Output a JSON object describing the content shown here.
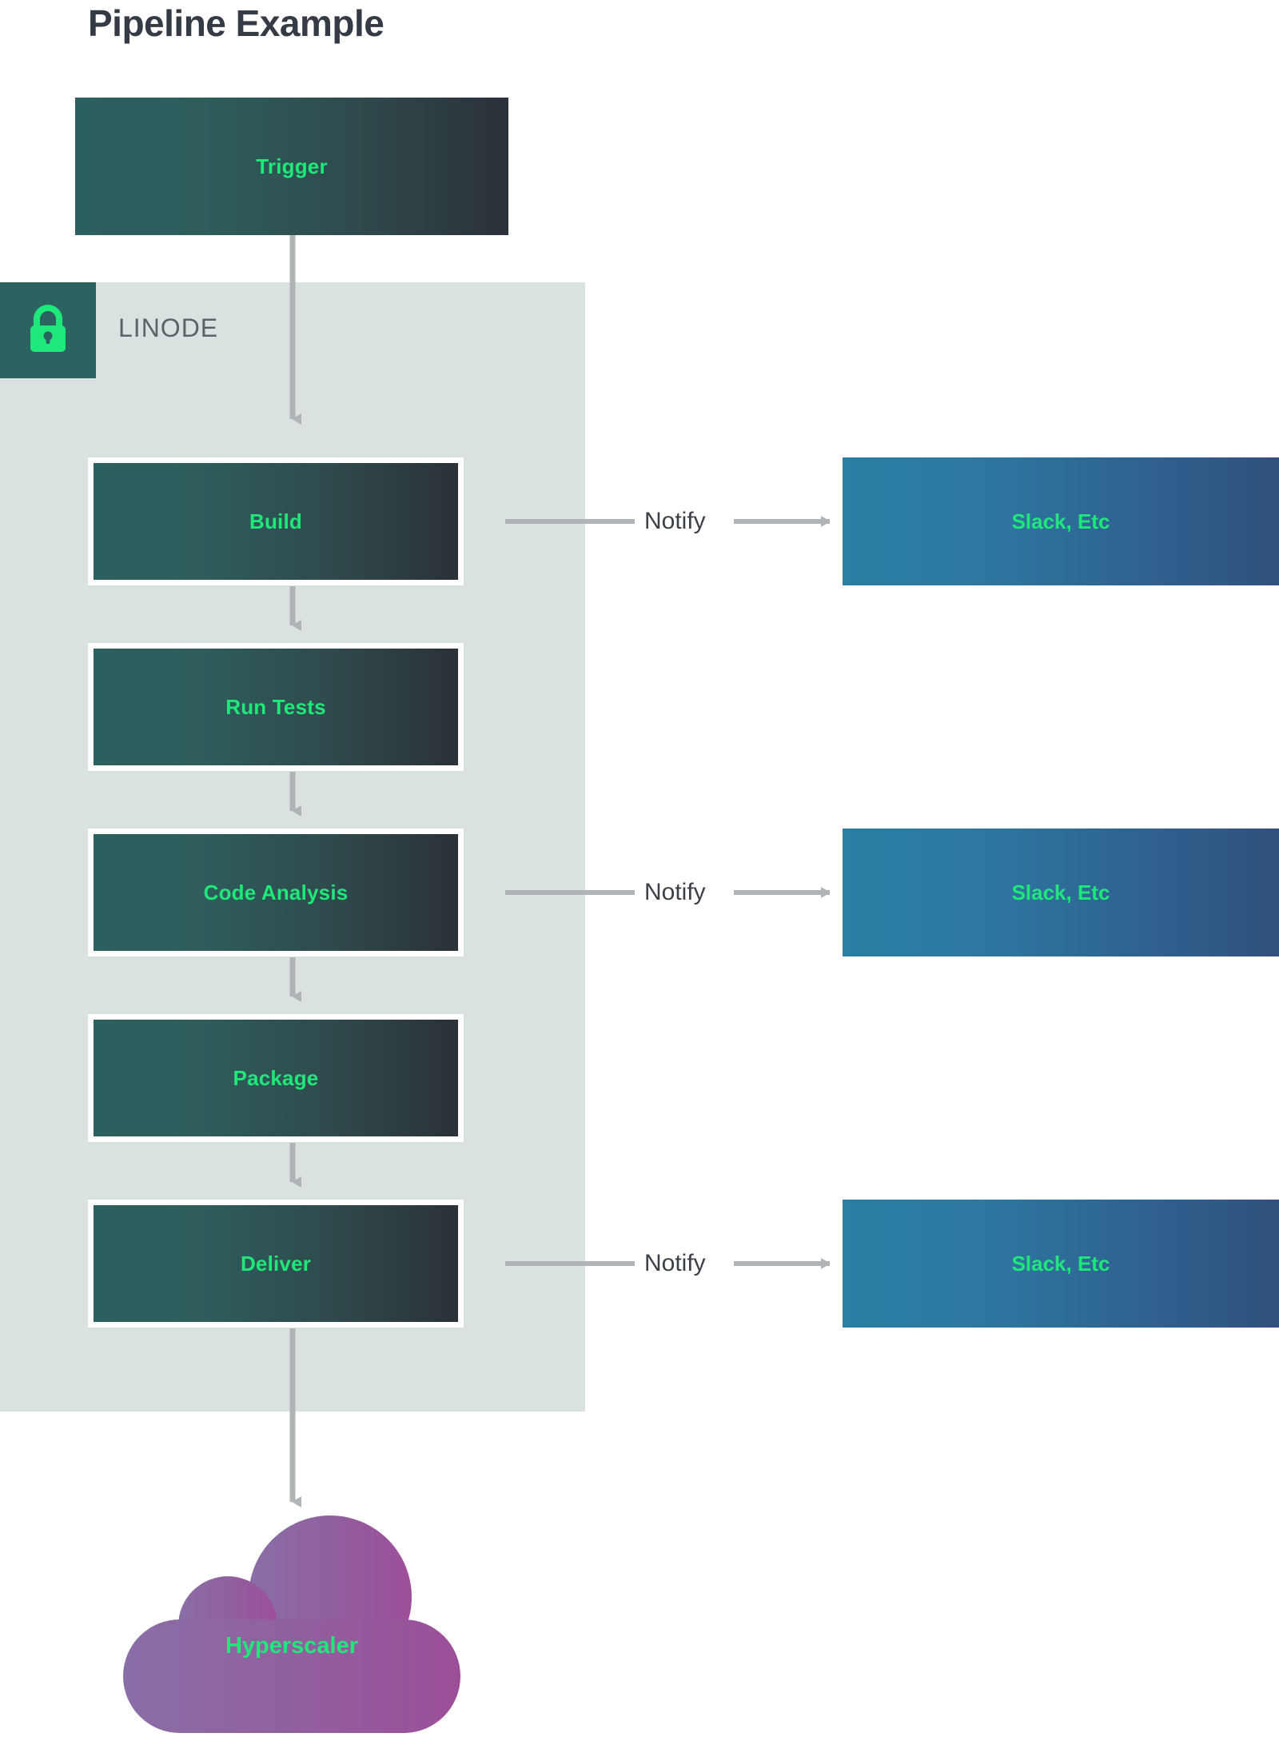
{
  "title": "Pipeline Example",
  "colors": {
    "stage_gradient_start": "#2c5f5f",
    "stage_gradient_end": "#2b3138",
    "accent_green": "#1fe87a",
    "container_bg": "#d9e2e0",
    "badge_bg": "#2b6361",
    "dest_gradient_start": "#2a7fa3",
    "dest_gradient_end": "#31517d",
    "cloud_gradient_start": "#8a6ea6",
    "cloud_gradient_end": "#9c4f98",
    "connector_gray": "#b0b4b6",
    "title_color": "#353b45",
    "notify_color": "#3b3f46",
    "linode_label_color": "#5c6368"
  },
  "trigger": {
    "label": "Trigger"
  },
  "container": {
    "name": "LINODE",
    "icon": "lock-icon"
  },
  "stages": [
    {
      "id": "build",
      "label": "Build"
    },
    {
      "id": "runtests",
      "label": "Run Tests"
    },
    {
      "id": "codeanalysis",
      "label": "Code Analysis"
    },
    {
      "id": "package",
      "label": "Package"
    },
    {
      "id": "deliver",
      "label": "Deliver"
    }
  ],
  "notifications": [
    {
      "id": "notify-1",
      "edge_label": "Notify",
      "target_label": "Slack, Etc",
      "from_stage": "build"
    },
    {
      "id": "notify-2",
      "edge_label": "Notify",
      "target_label": "Slack, Etc",
      "from_stage": "codeanalysis"
    },
    {
      "id": "notify-3",
      "edge_label": "Notify",
      "target_label": "Slack, Etc",
      "from_stage": "deliver"
    }
  ],
  "cloud": {
    "label": "Hyperscaler"
  }
}
